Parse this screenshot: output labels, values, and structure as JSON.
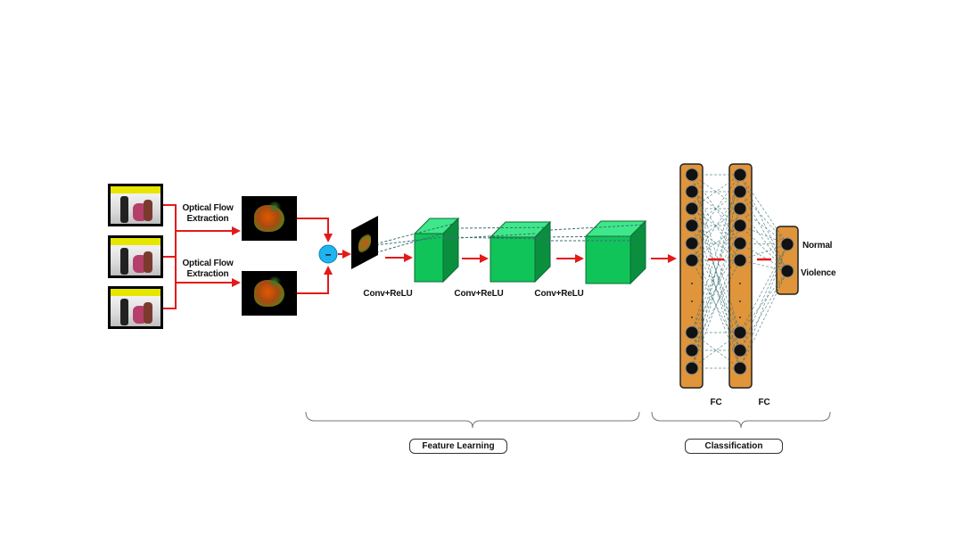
{
  "labels": {
    "optical_flow_1": [
      "Optical Flow",
      "Extraction"
    ],
    "optical_flow_2": [
      "Optical Flow",
      "Extraction"
    ],
    "diff_symbol": "–",
    "conv1": "Conv+ReLU",
    "conv2": "Conv+ReLU",
    "conv3": "Conv+ReLU",
    "fc1": "FC",
    "fc2": "FC",
    "output_normal": "Normal",
    "output_violence": "Violence",
    "section_feature": "Feature Learning",
    "section_class": "Classification"
  },
  "colors": {
    "arrow": "#e31a1a",
    "cube_front": "#11c45a",
    "cube_top": "#3ee88a",
    "cube_side": "#0a8f3f",
    "fc_fill": "#e0953a",
    "fc_stroke": "#222222",
    "node_fill": "#111111",
    "diff_circle": "#1fb4f0",
    "dash_line": "#3a6f74"
  },
  "icons": {
    "input_frame": "video-frame-icon",
    "flow_map": "optical-flow-map-icon",
    "difference": "minus-circle-icon",
    "neuron": "neuron-node-icon"
  }
}
